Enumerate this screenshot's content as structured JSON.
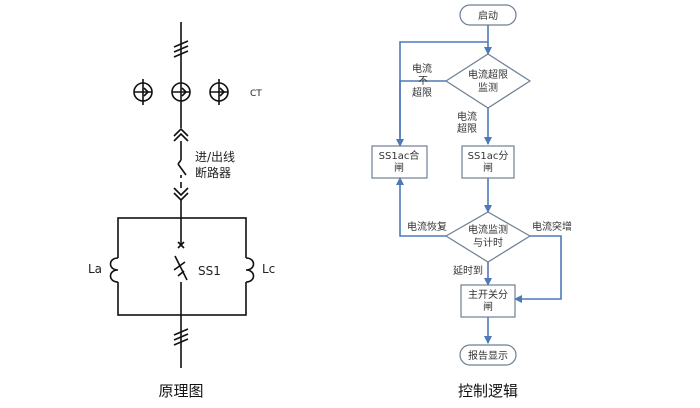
{
  "left_diagram": {
    "caption": "原理图",
    "ct_label": "CT",
    "breaker_label_line1": "进/出线",
    "breaker_label_line2": "断路器",
    "la_label": "La",
    "lc_label": "Lc",
    "ss1_label": "SS1"
  },
  "flowchart": {
    "caption": "控制逻辑",
    "start": "启动",
    "monitor_line1": "电流超限",
    "monitor_line2": "监测",
    "not_exceed_l1": "电流",
    "not_exceed_l2": "不",
    "not_exceed_l3": "超限",
    "exceed_l1": "电流",
    "exceed_l2": "超限",
    "ss1ac_close_l1": "SS1ac合",
    "ss1ac_close_l2": "闸",
    "ss1ac_open_l1": "SS1ac分",
    "ss1ac_open_l2": "闸",
    "monitor_timer_l1": "电流监测",
    "monitor_timer_l2": "与计时",
    "recover": "电流恢复",
    "surge": "电流突增",
    "delay": "延时到",
    "main_open_l1": "主开关分",
    "main_open_l2": "闸",
    "report": "报告显示"
  },
  "colors": {
    "flow_line": "#4e79b8",
    "shape_border": "#6d7f95",
    "schematic_line": "#111111"
  }
}
